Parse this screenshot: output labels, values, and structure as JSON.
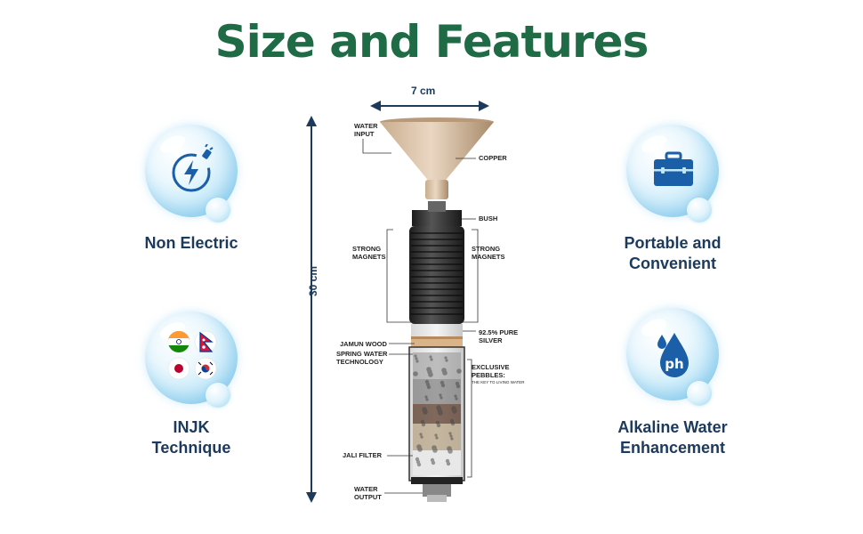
{
  "title": "Size and Features",
  "features": {
    "non_electric": "Non Electric",
    "injk": [
      "INJK",
      "Technique"
    ],
    "portable": [
      "Portable and",
      "Convenient"
    ],
    "alkaline": [
      "Alkaline Water",
      "Enhancement"
    ]
  },
  "icons": {
    "ph_text": "ph"
  },
  "dimensions": {
    "width": "7 cm",
    "height": "30 cm"
  },
  "annotations": {
    "water_input": [
      "WATER",
      "INPUT"
    ],
    "copper": "COPPER",
    "bush": "BUSH",
    "strong_magnets": [
      "STRONG",
      "MAGNETS"
    ],
    "silver": [
      "92.5% PURE",
      "SILVER"
    ],
    "jamun_wood": "JAMUN WOOD",
    "spring_water": [
      "SPRING WATER",
      "TECHNOLOGY"
    ],
    "exclusive_pebbles": [
      "EXCLUSIVE",
      "PEBBLES:"
    ],
    "pebbles_sub": "THE KEY TO LIVING WATER",
    "jali_filter": "JALI FILTER",
    "water_output": [
      "WATER",
      "OUTPUT"
    ]
  },
  "colors": {
    "title_green": "#1f6b46",
    "navy": "#1b3a5c",
    "icon_blue": "#1a5fa8"
  }
}
